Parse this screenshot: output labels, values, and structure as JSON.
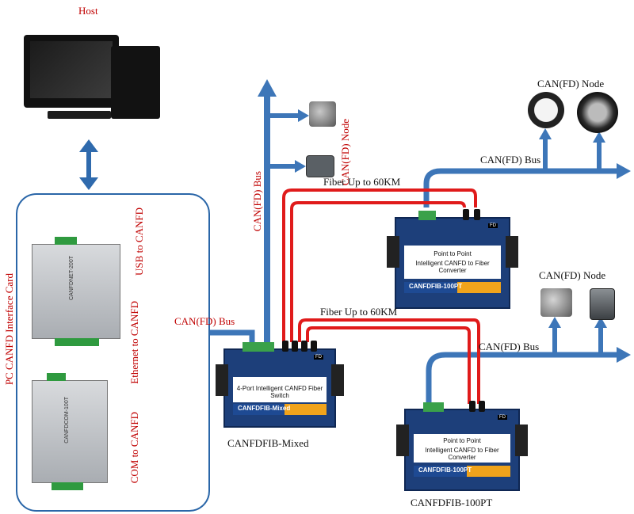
{
  "labels": {
    "host": "Host",
    "interface_card": "PC CANFD Interface Card",
    "usb_to_canfd": "USB to CANFD",
    "ethernet_to_canfd": "Ethernet to CANFD",
    "com_to_canfd": "COM to CANFD",
    "can_bus_vertical": "CAN(FD) Bus",
    "can_bus_left": "CAN(FD) Bus",
    "can_bus_upper": "CAN(FD) Bus",
    "can_bus_lower": "CAN(FD) Bus",
    "node_vertical": "CAN(FD) Node",
    "node_upper": "CAN(FD) Node",
    "node_lower": "CAN(FD) Node",
    "fiber_upper": "Fiber Up to 60KM",
    "fiber_lower": "Fiber Up to 60KM",
    "switch_name": "CANFDFIB-Mixed",
    "lower_converter_name": "CANFDFIB-100PT"
  },
  "devices": {
    "switch": {
      "face_title": "4-Port Intelligent CANFD Fiber Switch",
      "stripe": "CANFDFIB-Mixed"
    },
    "converter_upper": {
      "face_line1": "Point to Point",
      "face_line2": "Intelligent CANFD to Fiber Converter",
      "stripe": "CANFDFIB-100PT"
    },
    "converter_lower": {
      "face_line1": "Point to Point",
      "face_line2": "Intelligent CANFD to Fiber Converter",
      "stripe": "CANFDFIB-100PT"
    }
  },
  "modules": {
    "usb_module_text": "CANFDNET-200T",
    "com_module_text": "CANFDCOM-100T"
  },
  "colors": {
    "bus_blue": "#3d76b8",
    "fiber_red": "#e01b1b",
    "label_red": "#c00000",
    "frame_blue": "#2a66a8"
  },
  "icons": [
    "pc-monitor-icon",
    "pc-tower-icon",
    "engine-icon",
    "plc-module-icon",
    "pressure-gauge-icon",
    "wheel-sensor-icon",
    "motor-icon",
    "controller-box-icon"
  ]
}
